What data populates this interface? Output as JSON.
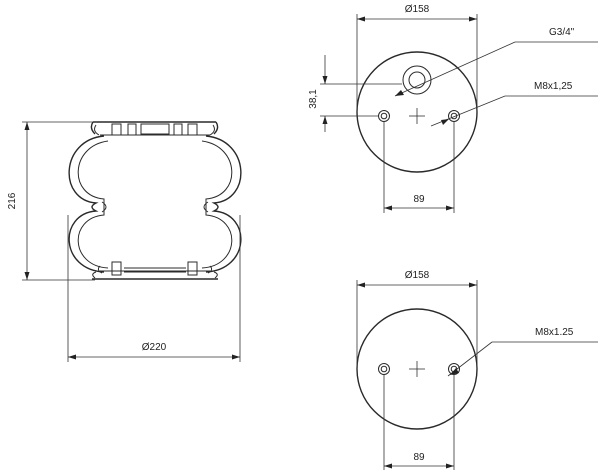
{
  "dimensions": {
    "left_height": "216",
    "left_diameter": "Ø220",
    "top_diameter": "Ø158",
    "top_offset": "38,1",
    "top_spacing": "89",
    "bottom_diameter": "Ø158",
    "bottom_spacing": "89"
  },
  "callouts": {
    "air_port": "G3/4\"",
    "top_thread": "M8x1,25",
    "bottom_thread": "M8x1.25"
  }
}
